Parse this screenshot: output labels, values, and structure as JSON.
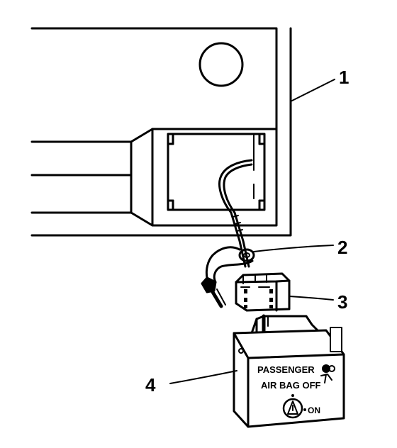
{
  "callouts": {
    "c1": "1",
    "c2": "2",
    "c3": "3",
    "c4": "4"
  },
  "module_label": {
    "line1": "PASSENGER",
    "line2": "AIR BAG OFF",
    "indicator_on": "ON"
  },
  "colors": {
    "ink": "#000000",
    "paper": "#ffffff"
  }
}
